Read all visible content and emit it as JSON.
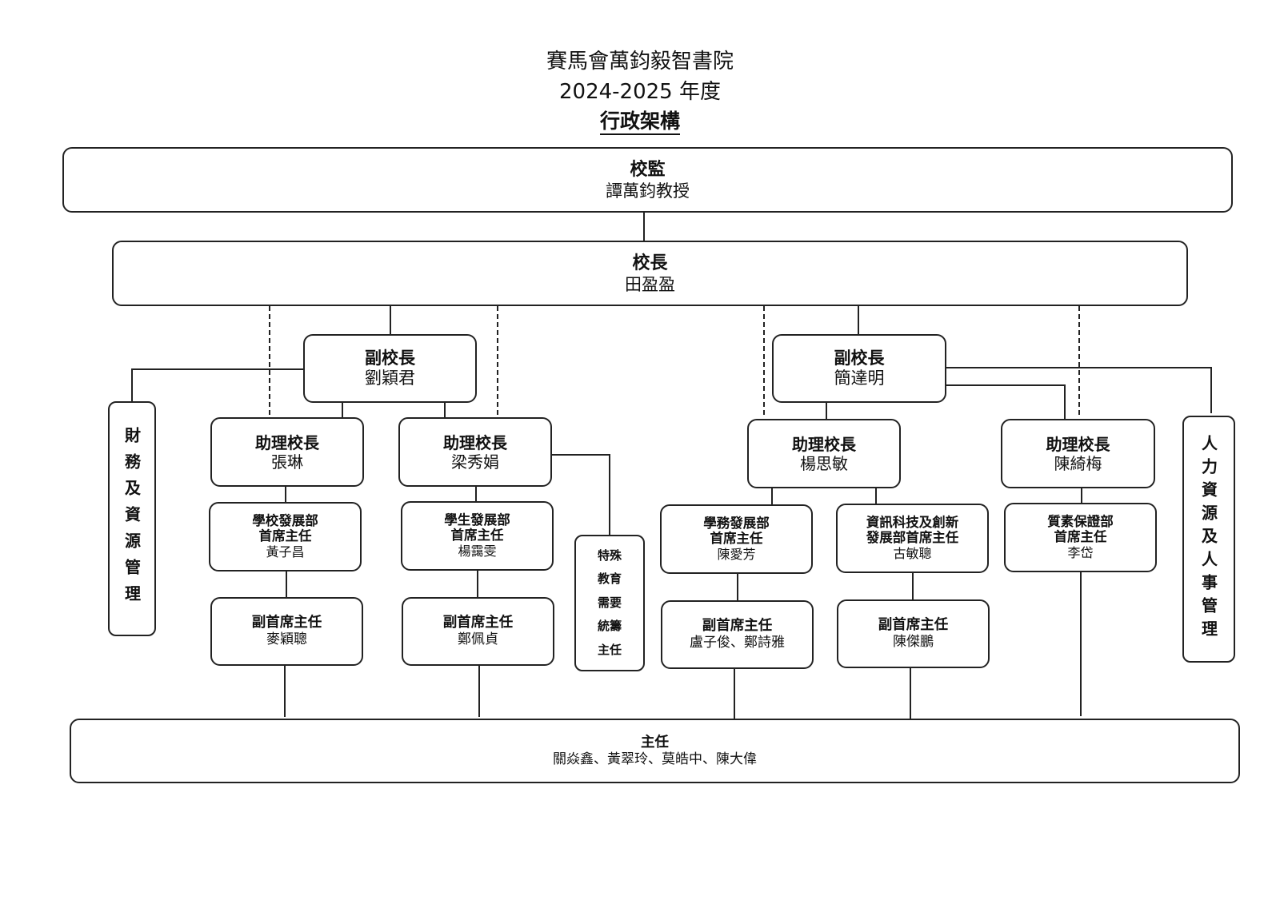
{
  "header": {
    "school": "賽馬會萬鈞毅智書院",
    "year": "2024-2025 年度",
    "title": "行政架構"
  },
  "supervisor": {
    "role": "校監",
    "name": "譚萬鈞教授"
  },
  "principal": {
    "role": "校長",
    "name": "田盈盈"
  },
  "vp_left": {
    "role": "副校長",
    "name": "劉穎君"
  },
  "vp_right": {
    "role": "副校長",
    "name": "簡達明"
  },
  "finance": {
    "label": "財務及資源管理"
  },
  "hr": {
    "label": "人力資源及人事管理"
  },
  "ap1": {
    "role": "助理校長",
    "name": "張琳"
  },
  "ap2": {
    "role": "助理校長",
    "name": "梁秀娟"
  },
  "ap3": {
    "role": "助理校長",
    "name": "楊思敏"
  },
  "ap4": {
    "role": "助理校長",
    "name": "陳綺梅"
  },
  "dept1": {
    "role_line1": "學校發展部",
    "role_line2": "首席主任",
    "name": "黃子昌"
  },
  "dept2": {
    "role_line1": "學生發展部",
    "role_line2": "首席主任",
    "name": "楊靄雯"
  },
  "dept3": {
    "role_line1": "學務發展部",
    "role_line2": "首席主任",
    "name": "陳愛芳"
  },
  "dept4": {
    "role_line1": "資訊科技及創新",
    "role_line2": "發展部首席主任",
    "name": "古敏聰"
  },
  "dept5": {
    "role_line1": "質素保證部",
    "role_line2": "首席主任",
    "name": "李岱"
  },
  "sen": {
    "label": "特殊教育需要統籌主任"
  },
  "deputy1": {
    "role": "副首席主任",
    "name": "麥穎聰"
  },
  "deputy2": {
    "role": "副首席主任",
    "name": "鄭佩貞"
  },
  "deputy3": {
    "role": "副首席主任",
    "name": "盧子俊、鄭詩雅"
  },
  "deputy4": {
    "role": "副首席主任",
    "name": "陳傑鵬"
  },
  "directors": {
    "role": "主任",
    "names": "關焱鑫、黃翠玲、莫皓中、陳大偉"
  }
}
